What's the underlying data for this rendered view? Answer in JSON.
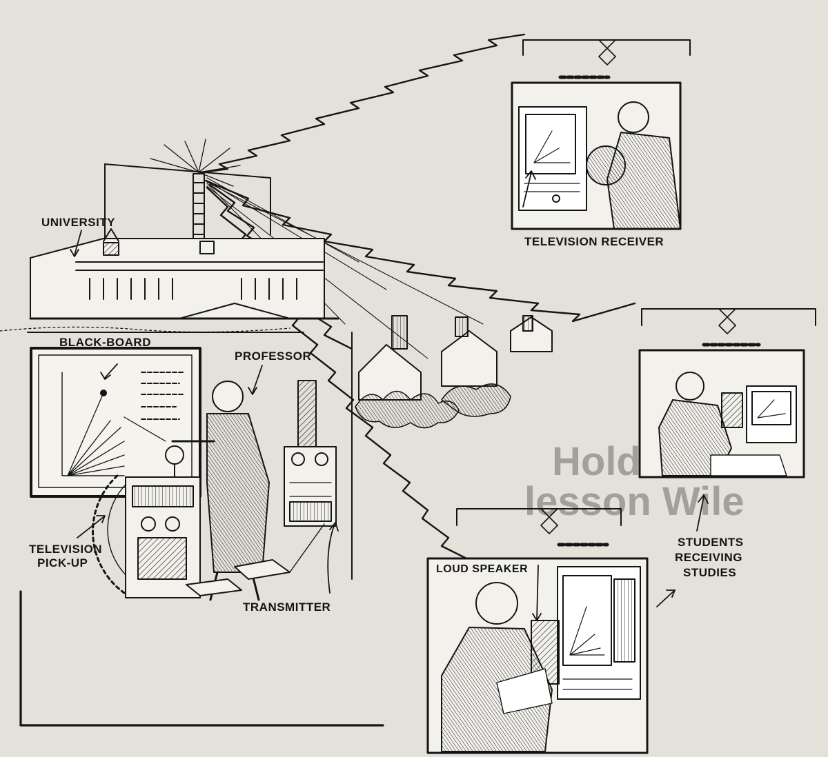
{
  "labels": {
    "university": "UNIVERSITY",
    "blackboard": "BLACK-BOARD",
    "professor": "PROFESSOR",
    "pickup_1": "TELEVISION",
    "pickup_2": "PICK-UP",
    "transmitter": "TRANSMITTER",
    "receiver": "TELEVISION RECEIVER",
    "loudspeaker": "LOUD SPEAKER",
    "students_1": "STUDENTS",
    "students_2": "RECEIVING",
    "students_3": "STUDIES"
  },
  "bleed_through_headline": [
    "Hold Tele",
    "lesson Wile"
  ],
  "colors": {
    "paper": "#e4e1da",
    "ink": "#141414",
    "bleed": "#6e6b66"
  },
  "icons": [
    "antenna-tower-icon",
    "radio-wave-icon",
    "television-set-icon",
    "microphone-icon",
    "transmitter-cabinet-icon",
    "house-icon",
    "tree-icon"
  ]
}
